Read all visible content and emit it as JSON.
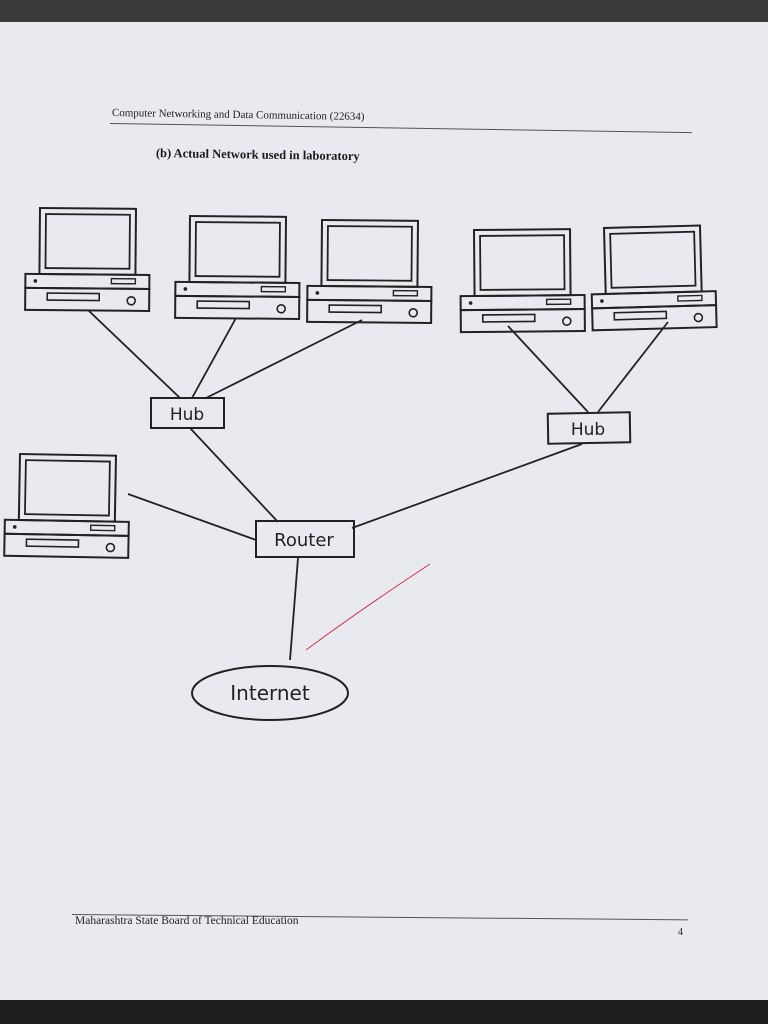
{
  "document": {
    "header": "Computer Networking and Data Communication (22634)",
    "subtitle": "(b) Actual Network used in laboratory",
    "footer": "Maharashtra State Board of Technical Education",
    "page_number": "4"
  },
  "diagram": {
    "nodes": {
      "hub_left": "Hub",
      "hub_right": "Hub",
      "router": "Router",
      "internet": "Internet"
    }
  }
}
